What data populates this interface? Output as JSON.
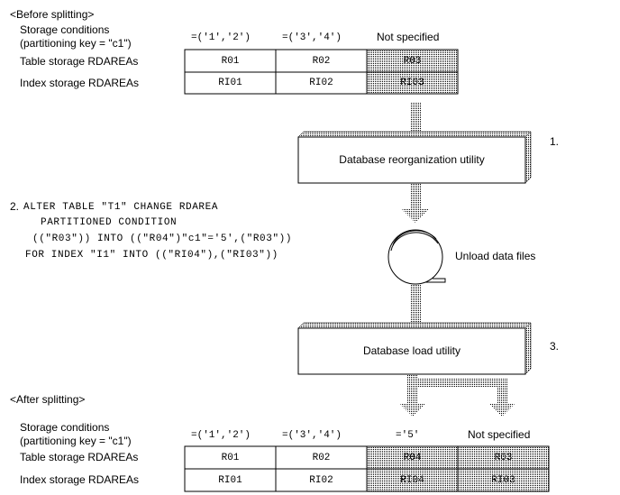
{
  "before": {
    "heading": "<Before splitting>",
    "storage_conditions": "Storage conditions",
    "partitioning_key": "(partitioning key = \"c1\")",
    "conditions": [
      "=('1','2')",
      "=('3','4')",
      "Not specified"
    ],
    "table_label": "Table storage RDAREAs",
    "index_label": "Index storage RDAREAs",
    "table_rdareas": [
      "R01",
      "R02",
      "R03"
    ],
    "index_rdareas": [
      "RI01",
      "RI02",
      "RI03"
    ]
  },
  "steps": {
    "step1_num": "1.",
    "reorg_utility": "Database reorganization utility",
    "step2_num": "2.",
    "alter_lines": [
      "ALTER TABLE \"T1\" CHANGE RDAREA",
      "PARTITIONED CONDITION",
      "((\"R03\")) INTO ((\"R04\")\"c1\"='5',(\"R03\"))",
      "FOR INDEX \"I1\" INTO ((\"RI04\"),(\"RI03\"))"
    ],
    "unload_label": "Unload data files",
    "step3_num": "3.",
    "load_utility": "Database load utility"
  },
  "after": {
    "heading": "<After splitting>",
    "storage_conditions": "Storage conditions",
    "partitioning_key": "(partitioning key = \"c1\")",
    "conditions": [
      "=('1','2')",
      "=('3','4')",
      "='5'",
      "Not specified"
    ],
    "table_label": "Table storage RDAREAs",
    "index_label": "Index storage RDAREAs",
    "table_rdareas": [
      "R01",
      "R02",
      "R04",
      "R03"
    ],
    "index_rdareas": [
      "RI01",
      "RI02",
      "RI04",
      "RI03"
    ]
  }
}
